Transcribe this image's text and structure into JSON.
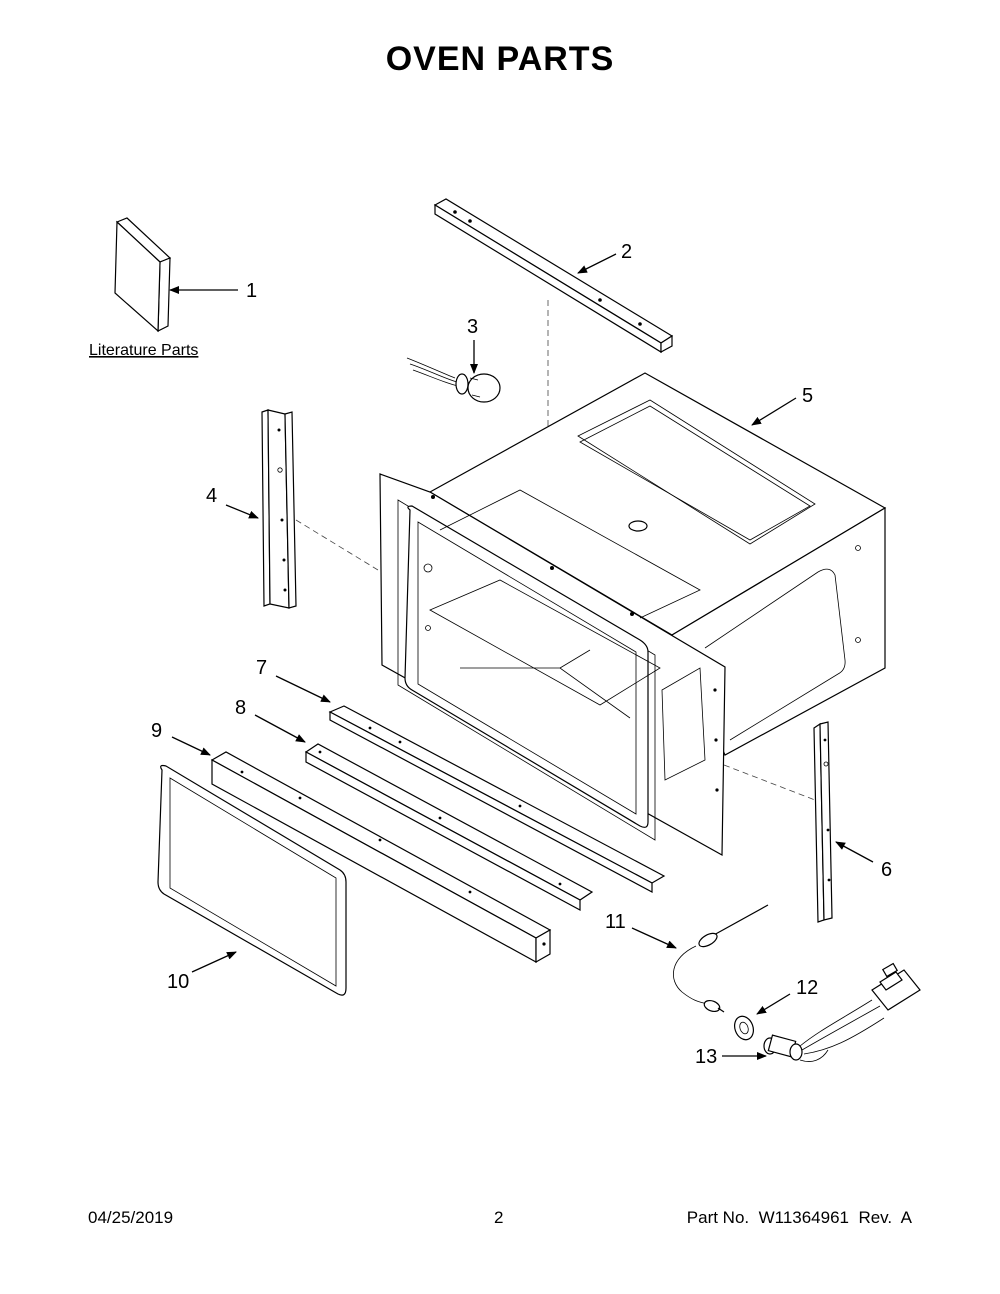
{
  "page": {
    "title": "OVEN PARTS",
    "section_label": "Literature Parts"
  },
  "callouts": [
    "1",
    "2",
    "3",
    "4",
    "5",
    "6",
    "7",
    "8",
    "9",
    "10",
    "11",
    "12",
    "13"
  ],
  "footer": {
    "date": "04/25/2019",
    "page_number": "2",
    "part_info": "Part No.  W11364961  Rev.  A"
  }
}
